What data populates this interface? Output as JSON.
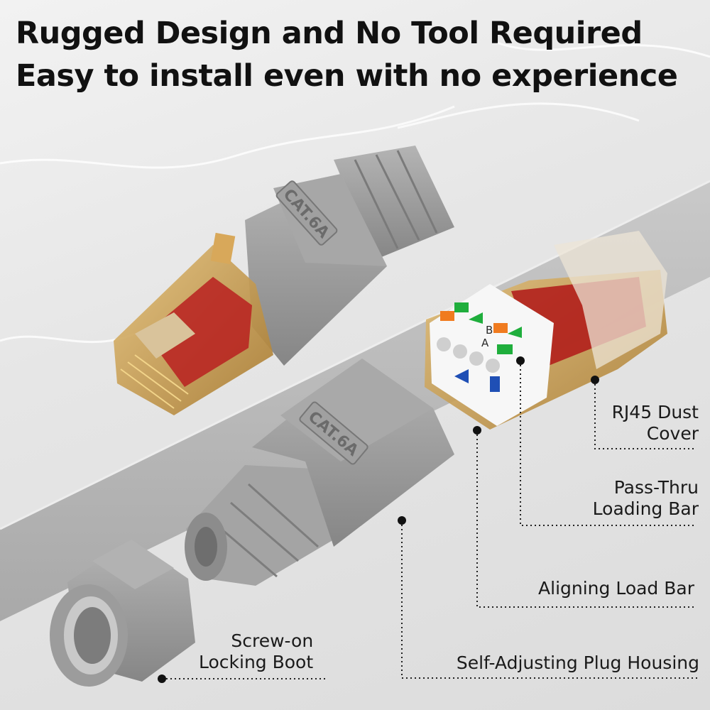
{
  "headline": {
    "line1": "Rugged Design and No Tool Required",
    "line2": "Easy to install even with no experience"
  },
  "labels": {
    "cat_rating": "CAT.6A",
    "contact_b": "B",
    "contact_a": "A"
  },
  "callouts": {
    "dust_cover": {
      "line1": "RJ45 Dust",
      "line2": "Cover"
    },
    "pass_thru": {
      "line1": "Pass-Thru",
      "line2": "Loading Bar"
    },
    "aligning": "Aligning Load Bar",
    "housing": "Self-Adjusting Plug Housing",
    "boot": {
      "line1": "Screw-on",
      "line2": "Locking Boot"
    }
  },
  "colors": {
    "housing_gray": "#9a9a9a",
    "amber_plastic": "#c89a4a",
    "red_core": "#b01818",
    "orange_pair": "#f07b1f",
    "green_pair": "#1fae3c",
    "blue_pair": "#1f4fb5",
    "leader_line": "#222222"
  }
}
